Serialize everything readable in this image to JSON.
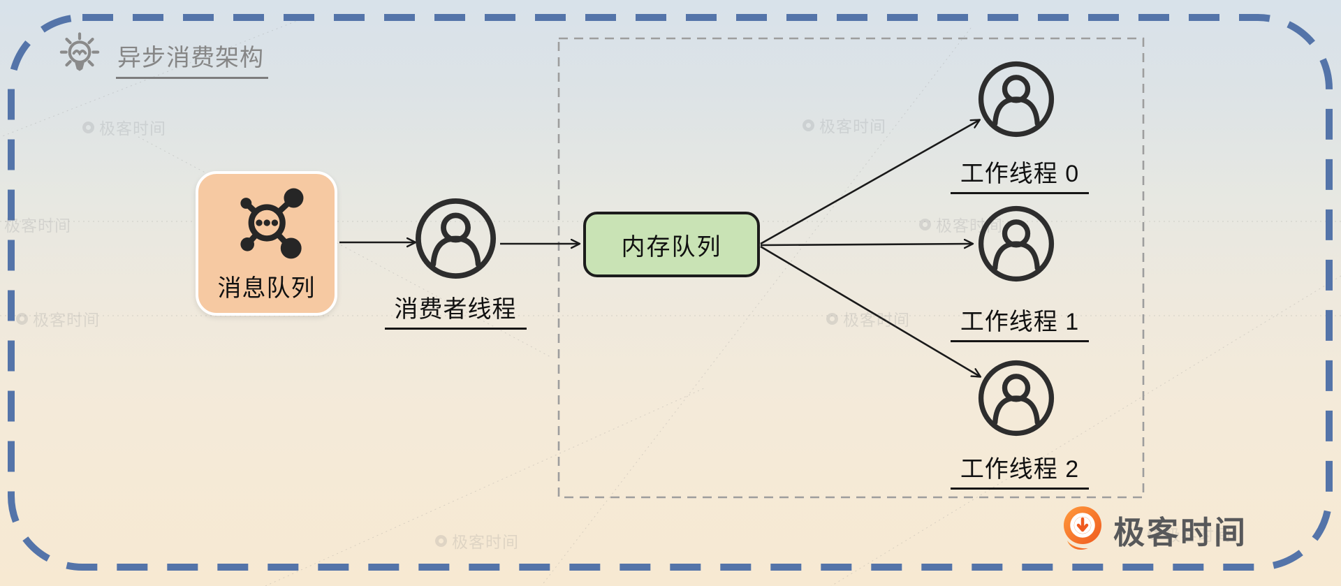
{
  "header": {
    "title": "异步消费架构"
  },
  "diagram": {
    "message_queue": {
      "label": "消息队列"
    },
    "consumer": {
      "label": "消费者线程"
    },
    "memory_queue": {
      "label": "内存队列"
    },
    "workers": [
      {
        "label": "工作线程 0"
      },
      {
        "label": "工作线程 1"
      },
      {
        "label": "工作线程 2"
      }
    ]
  },
  "brand": {
    "logo_text": "极客时间"
  },
  "watermark": {
    "text": "极客时间"
  },
  "icons": {
    "header": "bulb-icon",
    "message_queue": "network-molecule-icon",
    "consumer": "person-icon",
    "workers": "person-icon",
    "brand": "geektime-logo-icon"
  },
  "colors": {
    "outer_border_blue": "#5474a9",
    "inner_border_gray": "#9d9d9d",
    "message_queue_fill": "#f6c9a2",
    "memory_queue_fill": "#c9e3b5",
    "icon_dark": "#2d2d2d",
    "title_gray": "#868686",
    "logo_orange": "#f26522",
    "bg_top": "#d8e2ea",
    "bg_bottom": "#f7e9d2"
  }
}
